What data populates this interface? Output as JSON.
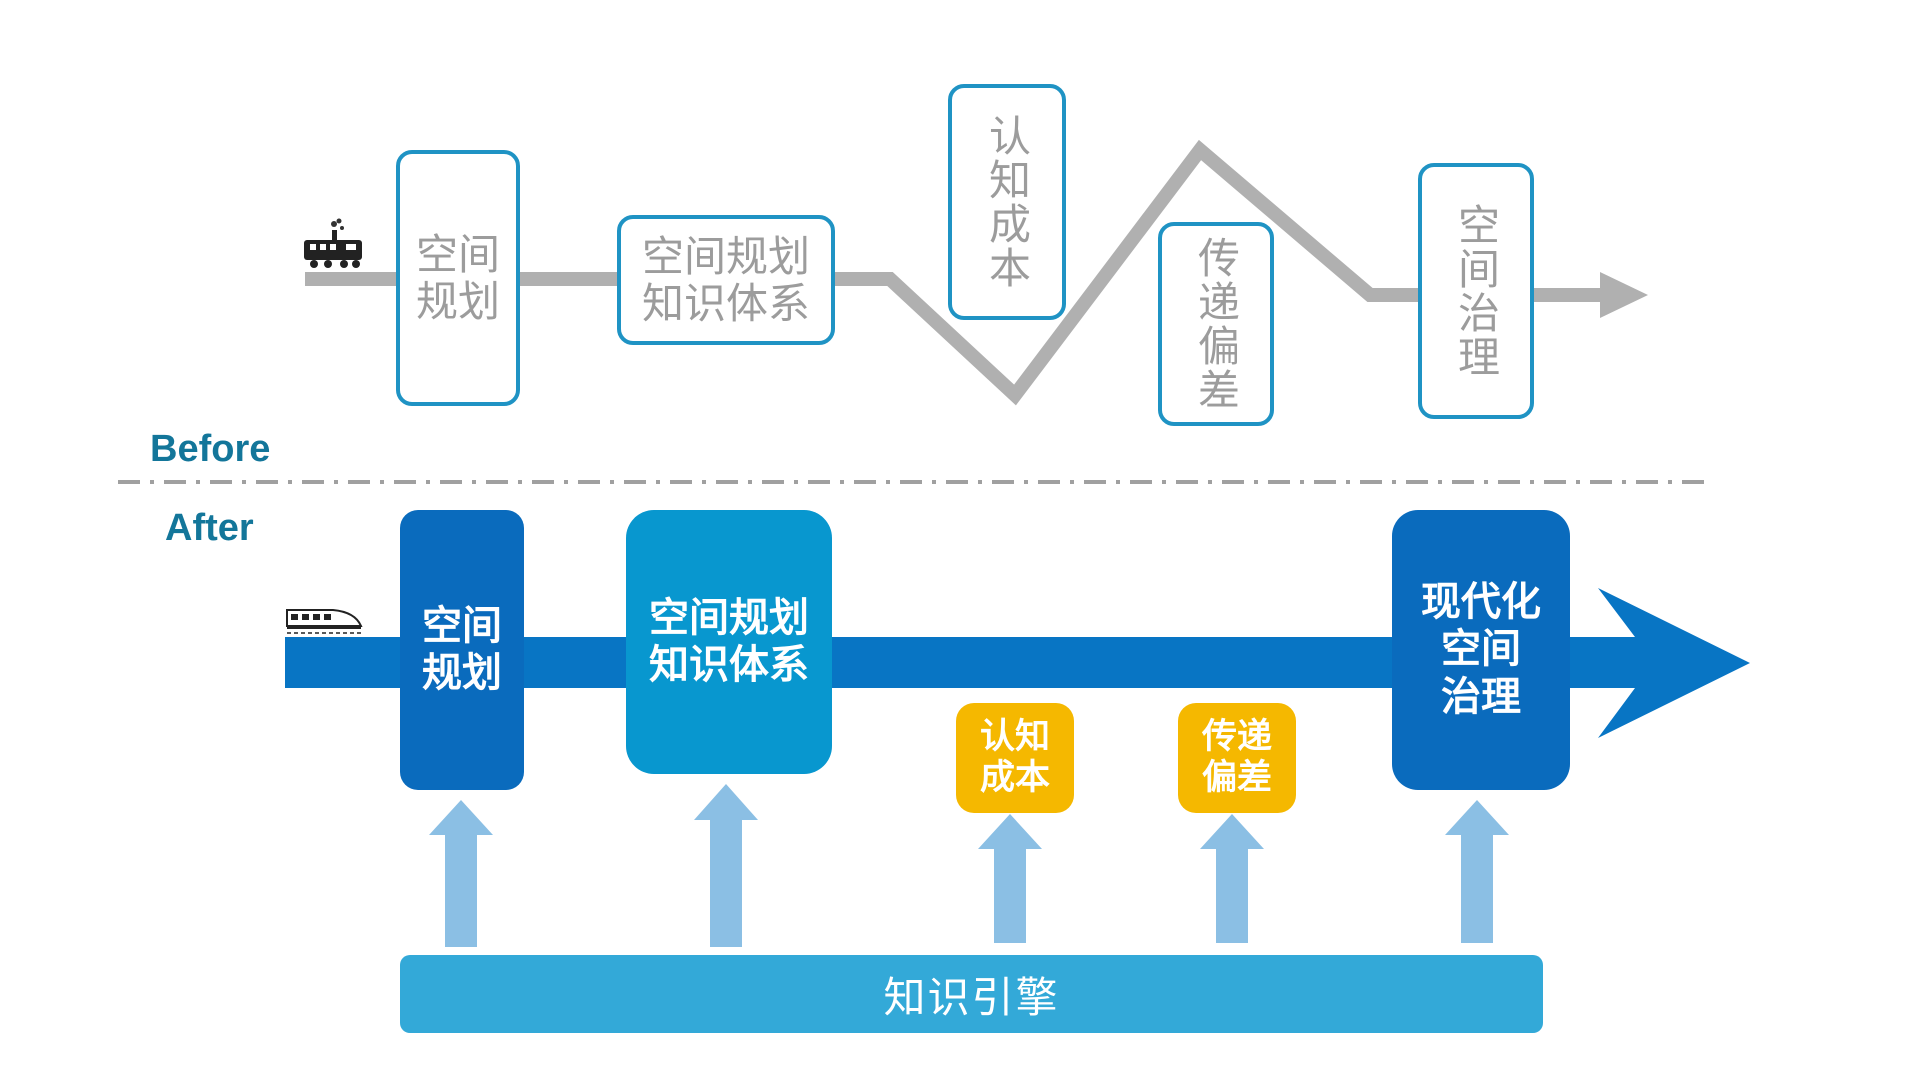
{
  "before": {
    "label": "Before",
    "boxes": {
      "space_planning": "空间\n规划",
      "knowledge_system": "空间规划\n知识体系",
      "cognitive_cost": "认知成本",
      "transmission_deviation": "传递偏差",
      "space_governance": "空间治理"
    }
  },
  "after": {
    "label": "After",
    "boxes": {
      "space_planning": "空间\n规划",
      "knowledge_system": "空间规划\n知识体系",
      "cognitive_cost": "认知\n成本",
      "transmission_deviation": "传递\n偏差",
      "modern_governance": "现代化\n空间\n治理"
    },
    "knowledge_engine": "知识引擎"
  },
  "colors": {
    "before_border": "#1f93c4",
    "before_text": "#9c9c9c",
    "gray_line": "#b0b0b0",
    "section_label": "#13769a",
    "main_arrow": "#0875c4",
    "dark_box": "#0a6bbd",
    "light_box": "#0897cf",
    "yellow_box": "#f5b800",
    "up_arrow": "#8bbfe4",
    "engine_bar": "#33a9d8",
    "divider": "#a0a0a0"
  },
  "icons": {
    "before_vehicle": "steam-train-icon",
    "after_vehicle": "bullet-train-icon"
  }
}
